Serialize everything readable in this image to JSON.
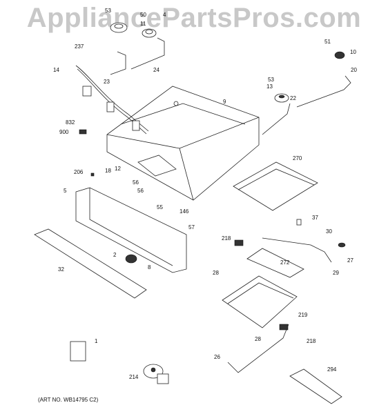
{
  "watermark": "AppliancePartsPros.com",
  "art_number": "(ART NO. WB14795 C2)",
  "callouts": [
    "53",
    "50",
    "4",
    "11",
    "237",
    "24",
    "14",
    "23",
    "51",
    "10",
    "20",
    "53",
    "13",
    "22",
    "9",
    "832",
    "900",
    "206",
    "18",
    "12",
    "56",
    "56",
    "270",
    "5",
    "55",
    "146",
    "57",
    "37",
    "218",
    "30",
    "272",
    "27",
    "2",
    "8",
    "32",
    "28",
    "29",
    "219",
    "1",
    "28",
    "218",
    "26",
    "214",
    "294"
  ]
}
